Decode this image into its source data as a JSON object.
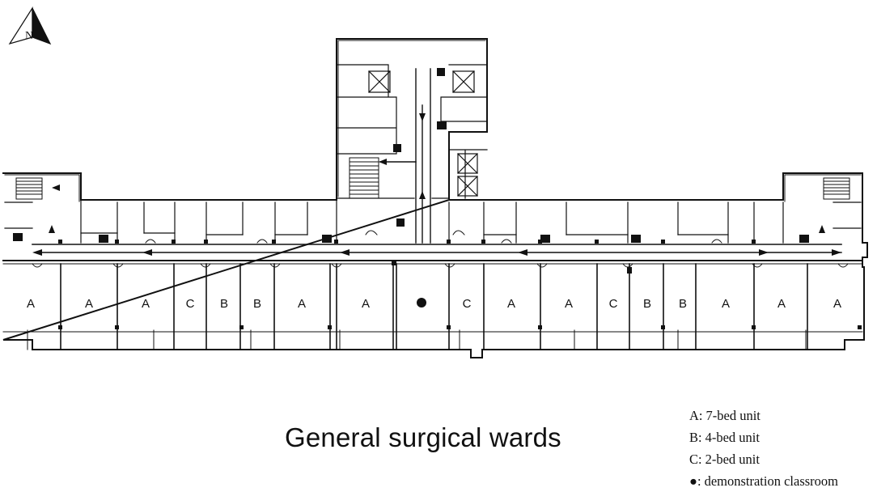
{
  "title": "General surgical wards",
  "compass": {
    "letter": "N",
    "icon": "north-arrow-icon"
  },
  "units": {
    "row": [
      {
        "id": "w1",
        "label": "A"
      },
      {
        "id": "w2",
        "label": "A"
      },
      {
        "id": "w3",
        "label": "A"
      },
      {
        "id": "w4",
        "label": "C"
      },
      {
        "id": "w5",
        "label": "B"
      },
      {
        "id": "w6",
        "label": "B"
      },
      {
        "id": "w7",
        "label": "A"
      },
      {
        "id": "w8",
        "label": "A"
      },
      {
        "id": "w9",
        "label": ""
      },
      {
        "id": "w10",
        "label": "C"
      },
      {
        "id": "w11",
        "label": "A"
      },
      {
        "id": "w12",
        "label": "A"
      },
      {
        "id": "w13",
        "label": "C"
      },
      {
        "id": "w14",
        "label": "B"
      },
      {
        "id": "w15",
        "label": "B"
      },
      {
        "id": "w16",
        "label": "A"
      },
      {
        "id": "w17",
        "label": "A"
      },
      {
        "id": "w18",
        "label": "A"
      }
    ],
    "classroom_marker": "●"
  },
  "legend": {
    "a": {
      "key": "A",
      "sep": ":",
      "text": "7-bed unit"
    },
    "b": {
      "key": "B",
      "sep": ":",
      "text": "4-bed unit"
    },
    "c": {
      "key": "C",
      "sep": ":",
      "text": "2-bed unit"
    },
    "d": {
      "key": "●",
      "sep": ":",
      "text": "demonstration classroom"
    }
  }
}
